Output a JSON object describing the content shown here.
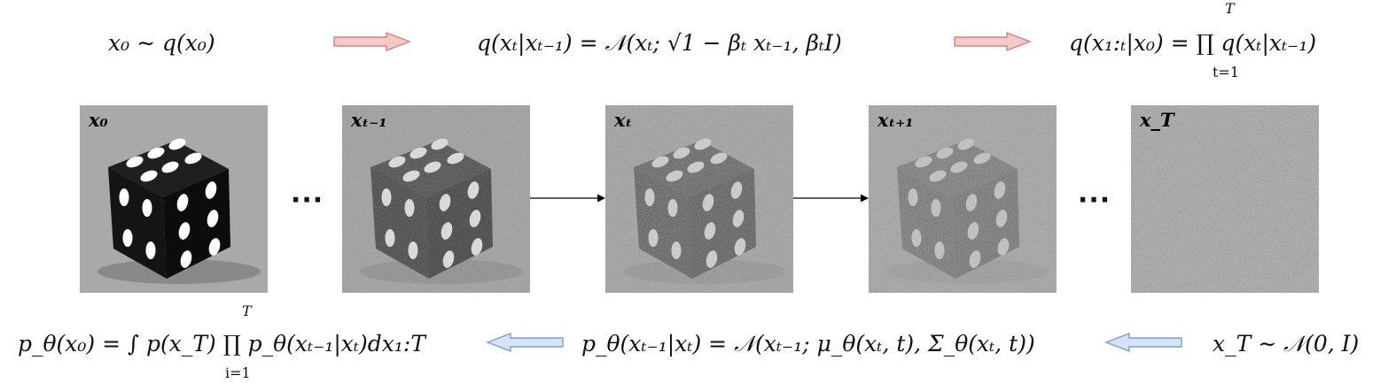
{
  "forward": {
    "start": "x₀ ∼ q(x₀)",
    "step": "q(xₜ|xₜ₋₁) = 𝒩(xₜ; √1 − βₜ xₜ₋₁, βₜI)",
    "joint": "q(x₁:ₜ|x₀) = ∏ q(xₜ|xₜ₋₁)",
    "joint_upper": "T",
    "joint_lower": "t=1"
  },
  "frames": [
    {
      "label": "x₀",
      "noise": 0.0
    },
    {
      "label": "xₜ₋₁",
      "noise": 0.35
    },
    {
      "label": "xₜ",
      "noise": 0.6
    },
    {
      "label": "xₜ₊₁",
      "noise": 0.8
    },
    {
      "label": "x_T",
      "noise": 1.0
    }
  ],
  "ellipsis": "···",
  "reverse": {
    "marginal": "p_θ(x₀) = ∫ p(x_T) ∏ p_θ(xₜ₋₁|xₜ)dx₁:T",
    "marginal_upper": "T",
    "marginal_lower": "i=1",
    "step": "p_θ(xₜ₋₁|xₜ) = 𝒩(xₜ₋₁; μ_θ(xₜ, t), Σ_θ(xₜ, t))",
    "prior": "x_T ∼ 𝒩(0, I)"
  },
  "colors": {
    "forward_arrow_fill": "#f5c9c9",
    "forward_arrow_stroke": "#d98080",
    "reverse_arrow_fill": "#d6e2f5",
    "reverse_arrow_stroke": "#7f9fcf",
    "die_body": "#141414",
    "die_pip": "#ffffff",
    "background_gray": "#8a8a8a"
  }
}
